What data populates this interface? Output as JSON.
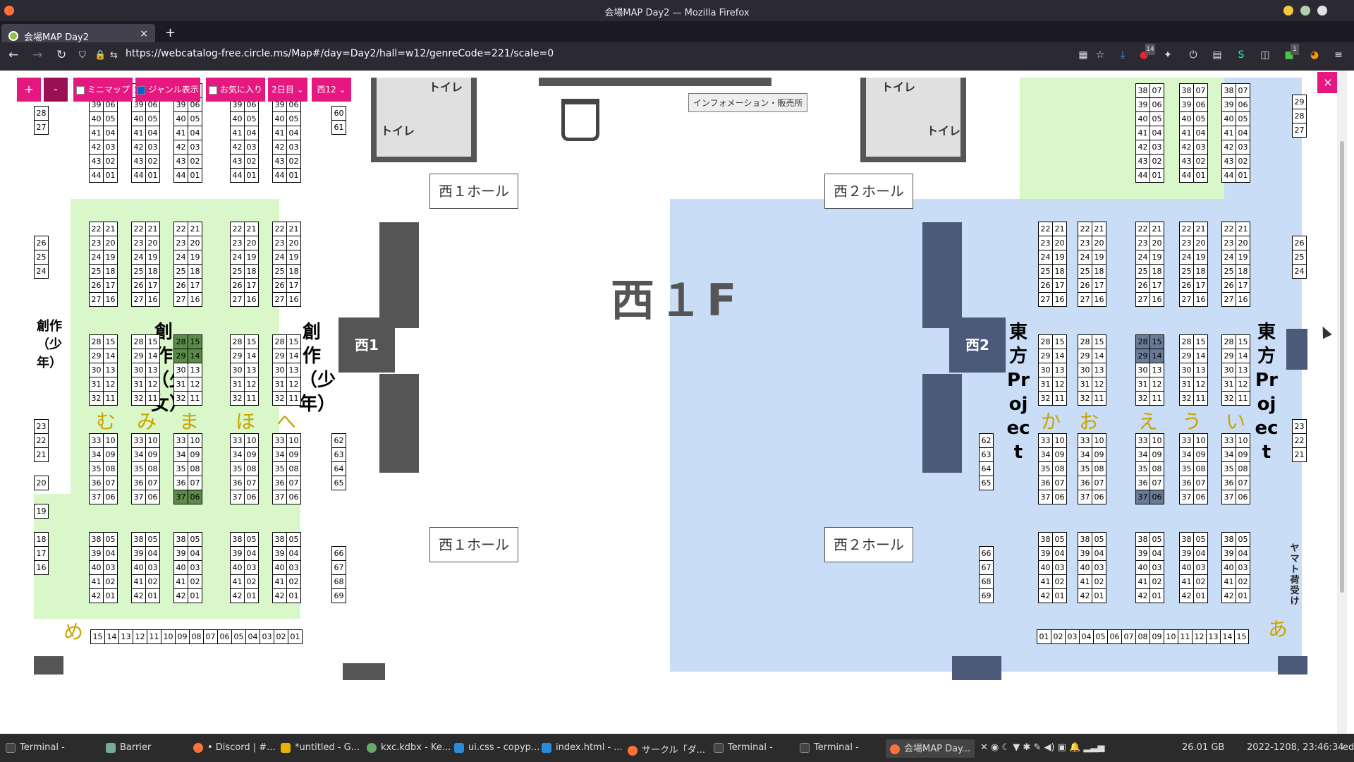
{
  "window": {
    "title": "会場MAP Day2 — Mozilla Firefox"
  },
  "tab": {
    "label": "会場MAP Day2",
    "close": "×",
    "new": "+"
  },
  "nav": {
    "back": "←",
    "forward": "→",
    "reload": "↻",
    "url": "https://webcatalog-free.circle.ms/Map#/day=Day2/hall=w12/genreCode=221/scale=0"
  },
  "toolbar_badges": {
    "ublock": "14",
    "ext": "1"
  },
  "controls": {
    "zoom_in": "+",
    "zoom_out": "-",
    "minimap": "ミニマップ",
    "minimap_checked": false,
    "genre": "ジャンル表示",
    "genre_checked": true,
    "favorite": "お気に入り",
    "favorite_checked": false,
    "day_select": "2日目",
    "hall_select": "西12",
    "close": "×"
  },
  "map": {
    "floor_label": "西１F",
    "hall_labels": [
      "西１ホール",
      "西２ホール",
      "西１ホール",
      "西２ホール"
    ],
    "toilet": "トイレ",
    "info_desk": "インフォメーション・販売所",
    "gates": [
      "西1",
      "西2"
    ],
    "genre_labels": [
      "創作（少年）",
      "創作（少女）",
      "創作（少年）",
      "東方Project",
      "東方Project"
    ],
    "yamato": "ヤマト荷受け",
    "block_kana_left": [
      "む",
      "み",
      "ま",
      "ほ",
      "へ",
      "め"
    ],
    "block_kana_right": [
      "か",
      "お",
      "え",
      "う",
      "い",
      "あ"
    ],
    "top_rows": [
      [
        "38",
        "07"
      ],
      [
        "39",
        "06"
      ],
      [
        "40",
        "05"
      ],
      [
        "41",
        "04"
      ],
      [
        "42",
        "03"
      ],
      [
        "43",
        "02"
      ],
      [
        "44",
        "01"
      ]
    ],
    "upper_rows": [
      [
        "22",
        "21"
      ],
      [
        "23",
        "20"
      ],
      [
        "24",
        "19"
      ],
      [
        "25",
        "18"
      ],
      [
        "26",
        "17"
      ],
      [
        "27",
        "16"
      ]
    ],
    "mid_rows": [
      [
        "28",
        "15"
      ],
      [
        "29",
        "14"
      ],
      [
        "30",
        "13"
      ],
      [
        "31",
        "12"
      ],
      [
        "32",
        "11"
      ]
    ],
    "lower_rows": [
      [
        "33",
        "10"
      ],
      [
        "34",
        "09"
      ],
      [
        "35",
        "08"
      ],
      [
        "36",
        "07"
      ],
      [
        "37",
        "06"
      ]
    ],
    "bottom_rows": [
      [
        "38",
        "05"
      ],
      [
        "39",
        "04"
      ],
      [
        "40",
        "03"
      ],
      [
        "41",
        "02"
      ],
      [
        "42",
        "01"
      ]
    ],
    "left_edge": [
      "28",
      "27",
      "26",
      "25",
      "24",
      "23",
      "22",
      "21",
      "20",
      "19",
      "18",
      "17",
      "16"
    ],
    "right_edge": [
      "29",
      "28",
      "27",
      "26",
      "25",
      "24",
      "23",
      "22",
      "21"
    ],
    "wall_left_top": [
      "60",
      "61"
    ],
    "wall_left_mid": [
      "62",
      "63",
      "64",
      "65"
    ],
    "wall_left_bot": [
      "66",
      "67",
      "68",
      "69"
    ],
    "bottom_left_row": [
      "15",
      "14",
      "13",
      "12",
      "11",
      "10",
      "09",
      "08",
      "07",
      "06",
      "05",
      "04",
      "03",
      "02",
      "01"
    ],
    "bottom_right_row": [
      "01",
      "02",
      "03",
      "04",
      "05",
      "06",
      "07",
      "08",
      "09",
      "10",
      "11",
      "12",
      "13",
      "14",
      "15"
    ]
  },
  "taskbar": {
    "items": [
      "Terminal -",
      "Barrier",
      "• Discord | #...",
      "*untitled - G...",
      "kxc.kdbx - Ke...",
      "ui.css - copyp...",
      "index.html - ...",
      "サークル「ダ...",
      "Terminal -",
      "Terminal -",
      "会場MAP Day..."
    ],
    "disk": "26.01 GB",
    "clock": "2022-1208, 23:46:34",
    "user": "ed"
  }
}
